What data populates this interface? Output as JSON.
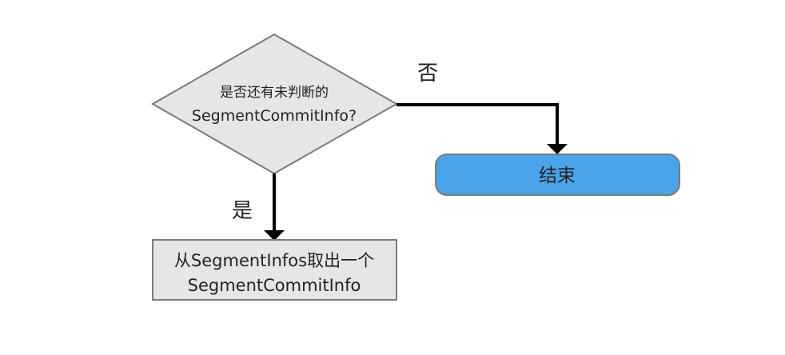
{
  "diagram": {
    "decision": {
      "line1": "是否还有未判断的",
      "line2": "SegmentCommitInfo?"
    },
    "process": {
      "line1": "从SegmentInfos取出一个",
      "line2": "SegmentCommitInfo"
    },
    "end": {
      "label": "结束"
    },
    "edges": {
      "no_label": "否",
      "yes_label": "是"
    },
    "colors": {
      "decision_fill": "#e6e6e6",
      "process_fill": "#e6e6e6",
      "end_fill": "#4aa3e8",
      "stroke": "#7a7a7a",
      "edge": "#000000"
    }
  }
}
